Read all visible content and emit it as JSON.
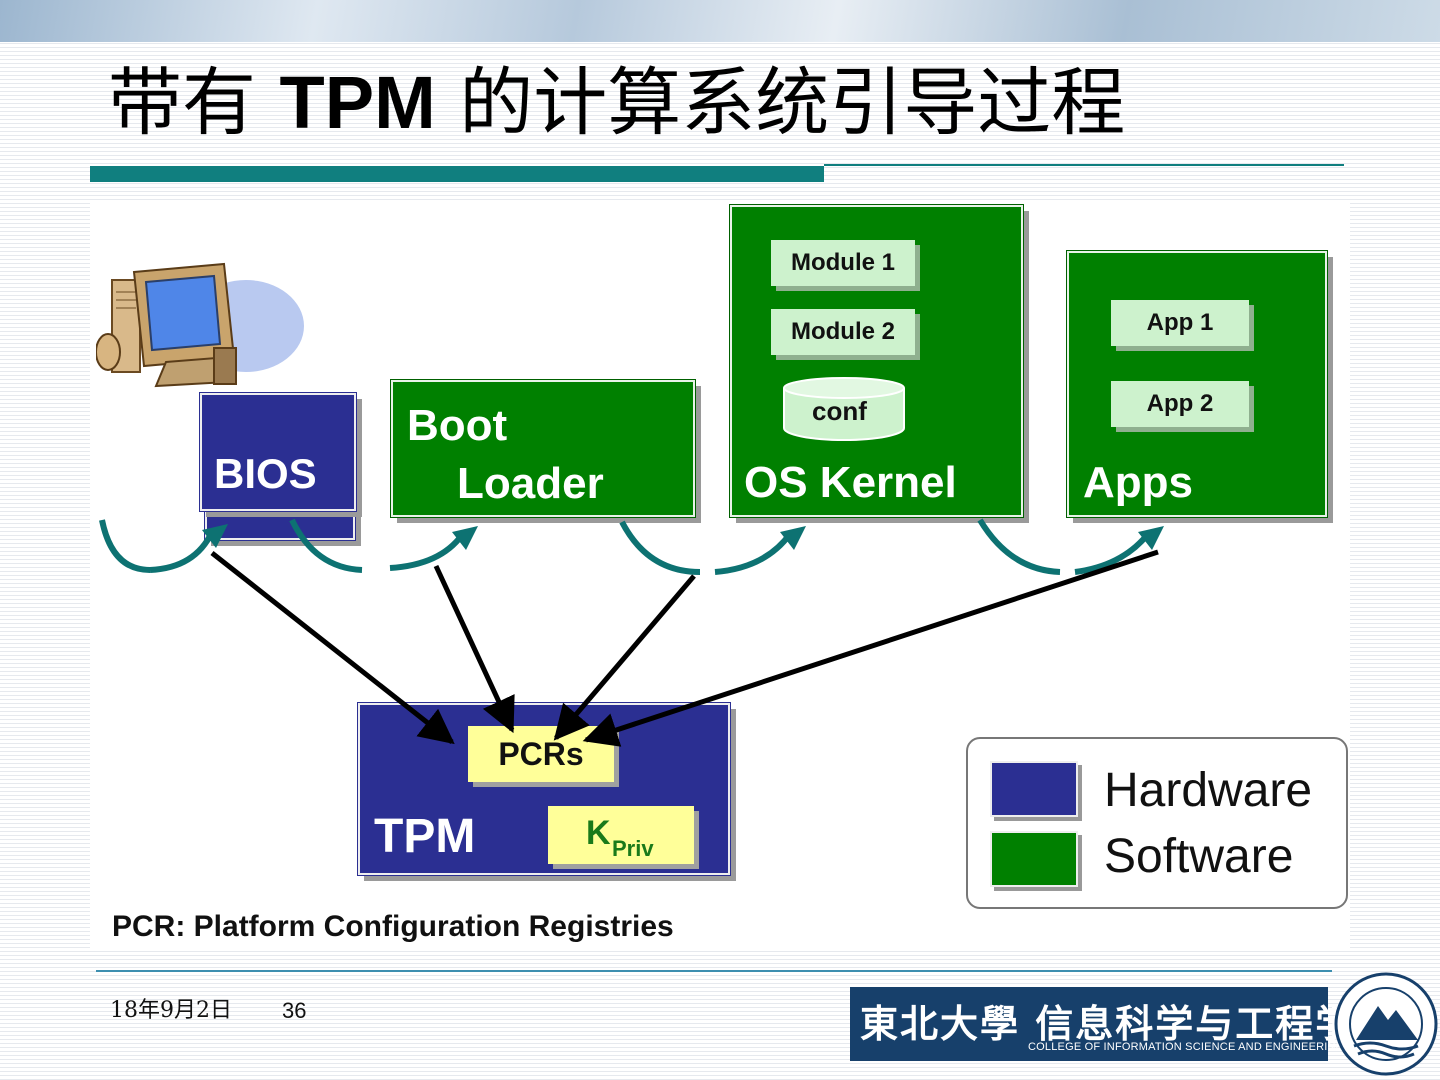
{
  "slide": {
    "title_prefix": "带有 ",
    "title_bold": "TPM",
    "title_suffix": " 的计算系统引导过程"
  },
  "diagram": {
    "bios_label": "BIOS",
    "bootloader_line1": "Boot",
    "bootloader_line2": "Loader",
    "oskernel_label": "OS Kernel",
    "module1": "Module 1",
    "module2": "Module 2",
    "conf": "conf",
    "apps_label": "Apps",
    "app1": "App 1",
    "app2": "App 2",
    "tpm_label": "TPM",
    "pcrs": "PCRs",
    "kpriv_main": "K",
    "kpriv_sub": "Priv",
    "caption": "PCR: Platform Configuration Registries"
  },
  "legend": {
    "hardware": "Hardware",
    "software": "Software"
  },
  "colors": {
    "hardware": "#2b2f92",
    "software": "#008000",
    "accent": "#107f7f"
  },
  "footer": {
    "date": "18年9月2日",
    "page": "36",
    "college_cn": "東北大學 信息科学与工程学院",
    "college_en": "COLLEGE OF INFORMATION SCIENCE AND ENGINEERING"
  }
}
